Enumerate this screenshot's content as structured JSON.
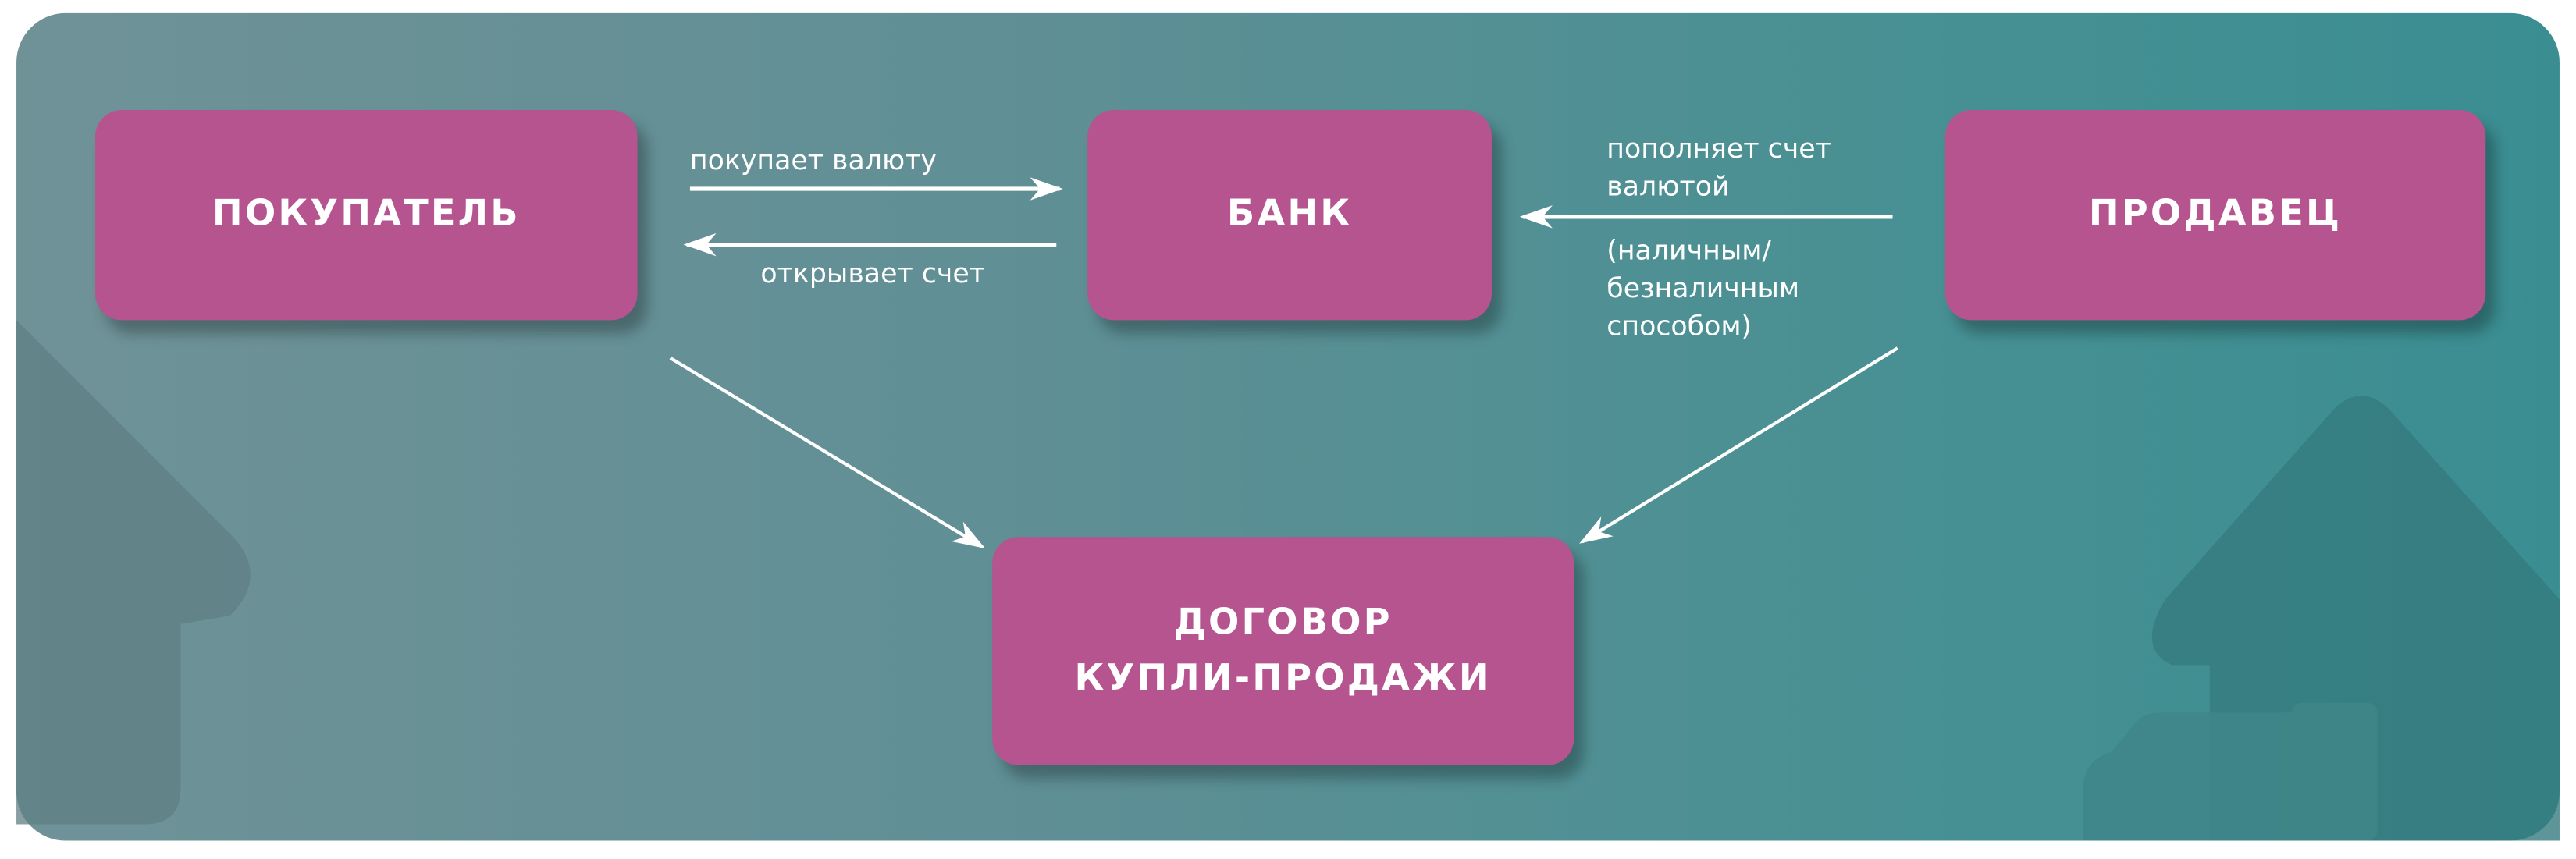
{
  "nodes": {
    "buyer": "ПОКУПАТЕЛЬ",
    "bank": "БАНК",
    "seller": "ПРОДАВЕЦ",
    "contract_line1": "ДОГОВОР",
    "contract_line2": "КУПЛИ-ПРОДАЖИ"
  },
  "edges": {
    "buyer_to_bank": "покупает валюту",
    "bank_to_buyer": "открывает счет",
    "seller_to_bank_line1": "пополняет счет",
    "seller_to_bank_line2": "валютой",
    "seller_to_bank_note1": "(наличным/",
    "seller_to_bank_note2": "безналичным",
    "seller_to_bank_note3": "способом)"
  },
  "colors": {
    "box": "#b5548f",
    "bg_left": "#6f9297",
    "bg_right": "#3a8e92",
    "arrow": "#ffffff"
  }
}
